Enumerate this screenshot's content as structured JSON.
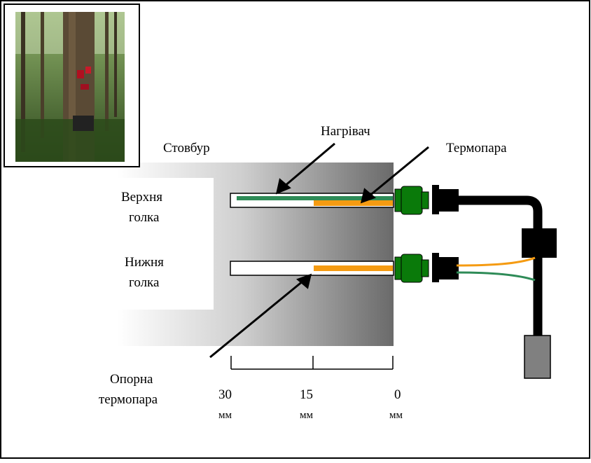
{
  "diagram": {
    "labels": {
      "trunk": "Стовбур",
      "heater": "Нагрівач",
      "thermocouple": "Термопара",
      "upper_needle_line1": "Верхня",
      "upper_needle_line2": "голка",
      "lower_needle_line1": "Нижня",
      "lower_needle_line2": "голка",
      "reference_line1": "Опорна",
      "reference_line2": "термопара"
    },
    "scale": {
      "ticks": [
        {
          "value": "30",
          "unit": "мм"
        },
        {
          "value": "15",
          "unit": "мм"
        },
        {
          "value": "0",
          "unit": "мм"
        }
      ]
    },
    "colors": {
      "heater_wire": "#2e8b57",
      "thermocouple_wire": "#f59b12",
      "connector": "#0a7a0a",
      "plug": "#000000",
      "logger_box": "#808080"
    },
    "photo": {
      "subject": "tree-trunk-with-sap-flow-sensor-photo"
    }
  }
}
